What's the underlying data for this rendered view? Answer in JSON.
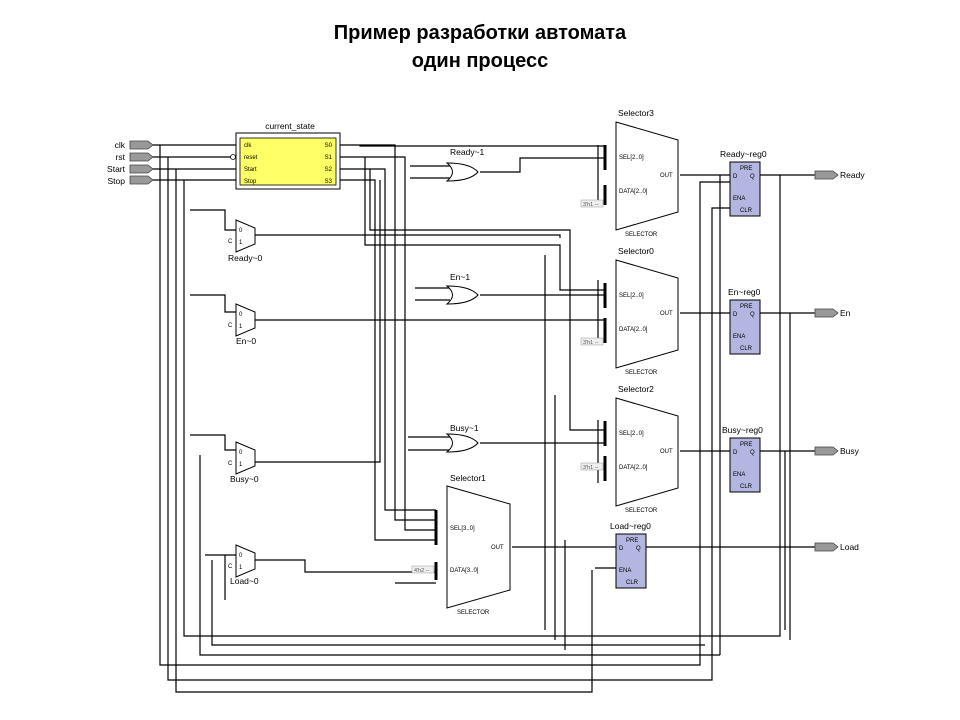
{
  "title": {
    "line1": "Пример разработки автомата",
    "line2": "один процесс"
  },
  "inputs": [
    "clk",
    "rst",
    "Start",
    "Stop"
  ],
  "outputs": [
    "Ready",
    "En",
    "Busy",
    "Load"
  ],
  "state_block": {
    "name": "current_state",
    "ports_in": [
      "clk",
      "reset",
      "Start",
      "Stop"
    ],
    "ports_out": [
      "S0",
      "S1",
      "S2",
      "S3"
    ]
  },
  "selectors": [
    {
      "name": "Selector3",
      "sel": "SEL[2..0]",
      "data": "DATA[2..0]",
      "out": "OUT",
      "type": "SELECTOR",
      "const": "3'h1 --"
    },
    {
      "name": "Selector0",
      "sel": "SEL[2..0]",
      "data": "DATA[2..0]",
      "out": "OUT",
      "type": "SELECTOR",
      "const": "3'h1 --"
    },
    {
      "name": "Selector2",
      "sel": "SEL[2..0]",
      "data": "DATA[2..0]",
      "out": "OUT",
      "type": "SELECTOR",
      "const": "3'h1 --"
    },
    {
      "name": "Selector1",
      "sel": "SEL[3..0]",
      "data": "DATA[3..0]",
      "out": "OUT",
      "type": "SELECTOR",
      "const": "4'h2 --"
    }
  ],
  "registers": [
    {
      "name": "Ready~reg0",
      "pins": [
        "PRE",
        "D",
        "Q",
        "ENA",
        "CLR"
      ]
    },
    {
      "name": "En~reg0",
      "pins": [
        "PRE",
        "D",
        "Q",
        "ENA",
        "CLR"
      ]
    },
    {
      "name": "Busy~reg0",
      "pins": [
        "PRE",
        "D",
        "Q",
        "ENA",
        "CLR"
      ]
    },
    {
      "name": "Load~reg0",
      "pins": [
        "PRE",
        "D",
        "Q",
        "ENA",
        "CLR"
      ]
    }
  ],
  "or_gates": [
    "Ready~1",
    "En~1",
    "Busy~1"
  ],
  "muxes": [
    {
      "name": "Ready~0",
      "pins": [
        "0",
        "1",
        "C"
      ]
    },
    {
      "name": "En~0",
      "pins": [
        "0",
        "1",
        "C"
      ]
    },
    {
      "name": "Busy~0",
      "pins": [
        "0",
        "1",
        "C"
      ]
    },
    {
      "name": "Load~0",
      "pins": [
        "0",
        "1",
        "C"
      ]
    }
  ]
}
